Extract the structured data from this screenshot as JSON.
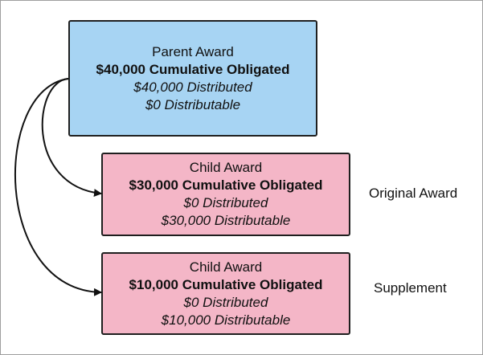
{
  "parent": {
    "title": "Parent Award",
    "obligated": "$40,000 Cumulative Obligated",
    "distributed": "$40,000 Distributed",
    "distributable": "$0 Distributable"
  },
  "children": [
    {
      "title": "Child Award",
      "obligated": "$30,000 Cumulative Obligated",
      "distributed": "$0 Distributed",
      "distributable": "$30,000 Distributable",
      "side_label": "Original Award"
    },
    {
      "title": "Child Award",
      "obligated": "$10,000 Cumulative Obligated",
      "distributed": "$0 Distributed",
      "distributable": "$10,000 Distributable",
      "side_label": "Supplement"
    }
  ],
  "colors": {
    "parent_fill": "#a7d4f3",
    "child_fill": "#f4b6c7",
    "stroke": "#1f1f1f"
  }
}
